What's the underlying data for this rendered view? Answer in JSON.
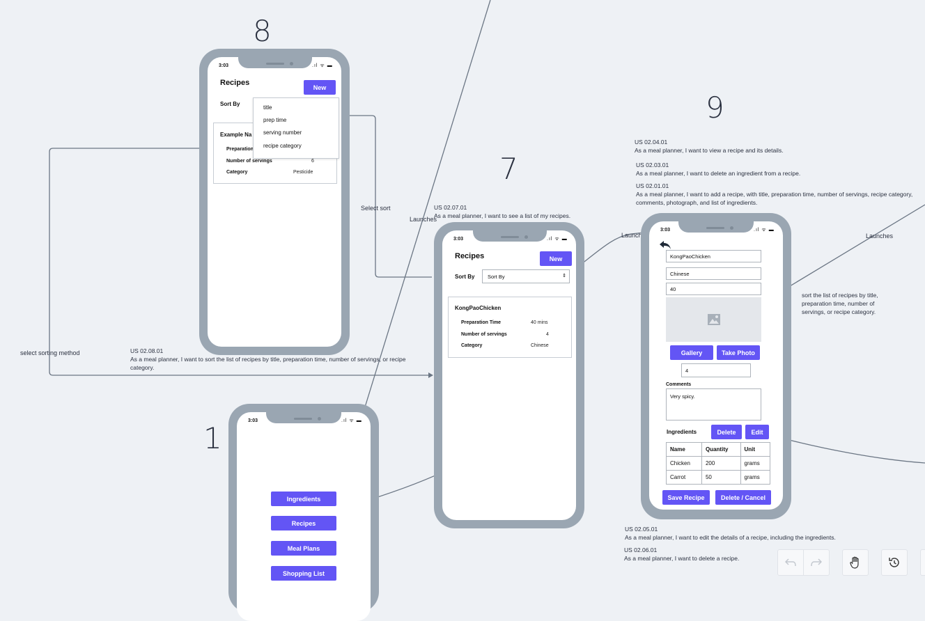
{
  "numbers": {
    "n8": "8",
    "n9": "9",
    "n7": "7",
    "n1": "1"
  },
  "notes": {
    "us0204": {
      "id": "US 02.04.01",
      "text": "As a meal planner, I want to view a recipe and its details."
    },
    "us0203": {
      "id": "US 02.03.01",
      "text": "As a meal planner, I want to delete an ingredient from a recipe."
    },
    "us0201": {
      "id": "US 02.01.01",
      "text": "As a meal planner, I want to add a recipe, with title, preparation time, number of servings, recipe category, comments, photograph, and list of ingredients."
    },
    "us0207": {
      "id": "US 02.07.01",
      "text": "As a meal planner, I want to see a list of my recipes."
    },
    "us0208": {
      "id": "US 02.08.01",
      "text": "As a meal planner, I want to sort the list of recipes by title, preparation time, number of servings, or recipe category."
    },
    "us0205": {
      "id": "US 02.05.01",
      "text": "As a meal planner, I want to edit the details of a recipe, including the ingredients."
    },
    "us0206": {
      "id": "US 02.06.01",
      "text": "As a meal planner, I want to delete a recipe."
    },
    "sortnote": "sort the list of recipes by title, preparation time, number of servings, or recipe category."
  },
  "labels": {
    "launches": "Launches",
    "select_sort": "Select sort",
    "select_sorting_method": "select sorting method"
  },
  "status": {
    "time": "3:03",
    "icons": ".ıl ᯤ ▬"
  },
  "phone8": {
    "title": "Recipes",
    "new": "New",
    "sort_by": "Sort By",
    "options": [
      "title",
      "prep time",
      "serving number",
      "recipe category"
    ],
    "card_title": "Example Na",
    "prep": "Preparation",
    "servings": "Number of servings",
    "servings_val": "6",
    "category": "Category",
    "category_val": "Pesticide"
  },
  "phone7": {
    "title": "Recipes",
    "new": "New",
    "sort_by": "Sort By",
    "select_value": "Sort By",
    "card_title": "KongPaoChicken",
    "prep": "Preparation Time",
    "prep_val": "40 mins",
    "servings": "Number of servings",
    "servings_val": "4",
    "category": "Category",
    "category_val": "Chinese"
  },
  "phone9": {
    "title_val": "KongPaoChicken",
    "category_val": "Chinese",
    "time_val": "40",
    "gallery": "Gallery",
    "take_photo": "Take Photo",
    "servings_val": "4",
    "comments_label": "Comments",
    "comments_val": "Very spicy.",
    "ingredients_label": "Ingredients",
    "delete": "Delete",
    "edit": "Edit",
    "table_head": [
      "Name",
      "Quantity",
      "Unit"
    ],
    "rows": [
      [
        "Chicken",
        "200",
        "grams"
      ],
      [
        "Carrot",
        "50",
        "grams"
      ]
    ],
    "save": "Save Recipe",
    "delete_cancel": "Delete / Cancel"
  },
  "phone1": {
    "ingredients": "Ingredients",
    "recipes": "Recipes",
    "meal_plans": "Meal Plans",
    "shopping_list": "Shopping List"
  },
  "colors": {
    "accent": "#6355f5",
    "frame": "#9aa6b2",
    "canvas": "#eef1f5"
  }
}
